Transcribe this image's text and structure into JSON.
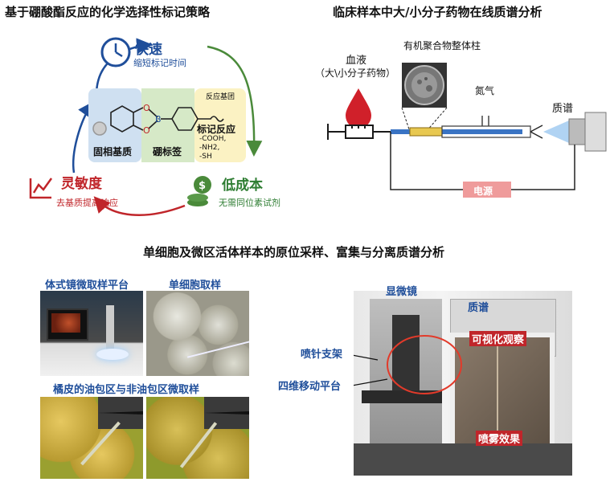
{
  "panel_a": {
    "title": "基于硼酸酯反应的化学选择性标记策略",
    "fast": "快速",
    "fast_sub": "缩短标记时间",
    "substrate": "固相基质",
    "boron_tag": "硼标签",
    "reactive_group": "反应基团",
    "label_reaction": "标记反应",
    "groups": [
      "-COOH,",
      "-NH2,",
      "-SH"
    ],
    "sensitivity": "灵敏度",
    "sensitivity_sub": "去基质提高响应",
    "low_cost": "低成本",
    "low_cost_sub": "无需同位素试剂",
    "atom_o1": "O",
    "atom_o2": "O",
    "atom_b": "B"
  },
  "panel_b": {
    "title": "临床样本中大/小分子药物在线质谱分析",
    "blood": "血液",
    "blood_sub": "（大\\小分子药物）",
    "column": "有机聚合物整体柱",
    "nitrogen": "氮气",
    "ms": "质谱",
    "power": "电源"
  },
  "panel_c": {
    "title": "单细胞及微区活体样本的原位采样、富集与分离质谱分析",
    "stereo": "体式镜微取样平台",
    "single_cell": "单细胞取样",
    "peel": "橘皮的油包区与非油包区微取样",
    "microscope": "显微镜",
    "ms": "质谱",
    "visual": "可视化观察",
    "spray_holder": "喷针支架",
    "stage": "四维移动平台",
    "spray_effect": "喷雾效果"
  },
  "colors": {
    "blue": "#1f4e9a",
    "red": "#c0252a",
    "green": "#2e7d32",
    "panel_blue": "#cfe0f1",
    "panel_green": "#d6e9c7",
    "panel_yellow": "#fbf2c3"
  }
}
